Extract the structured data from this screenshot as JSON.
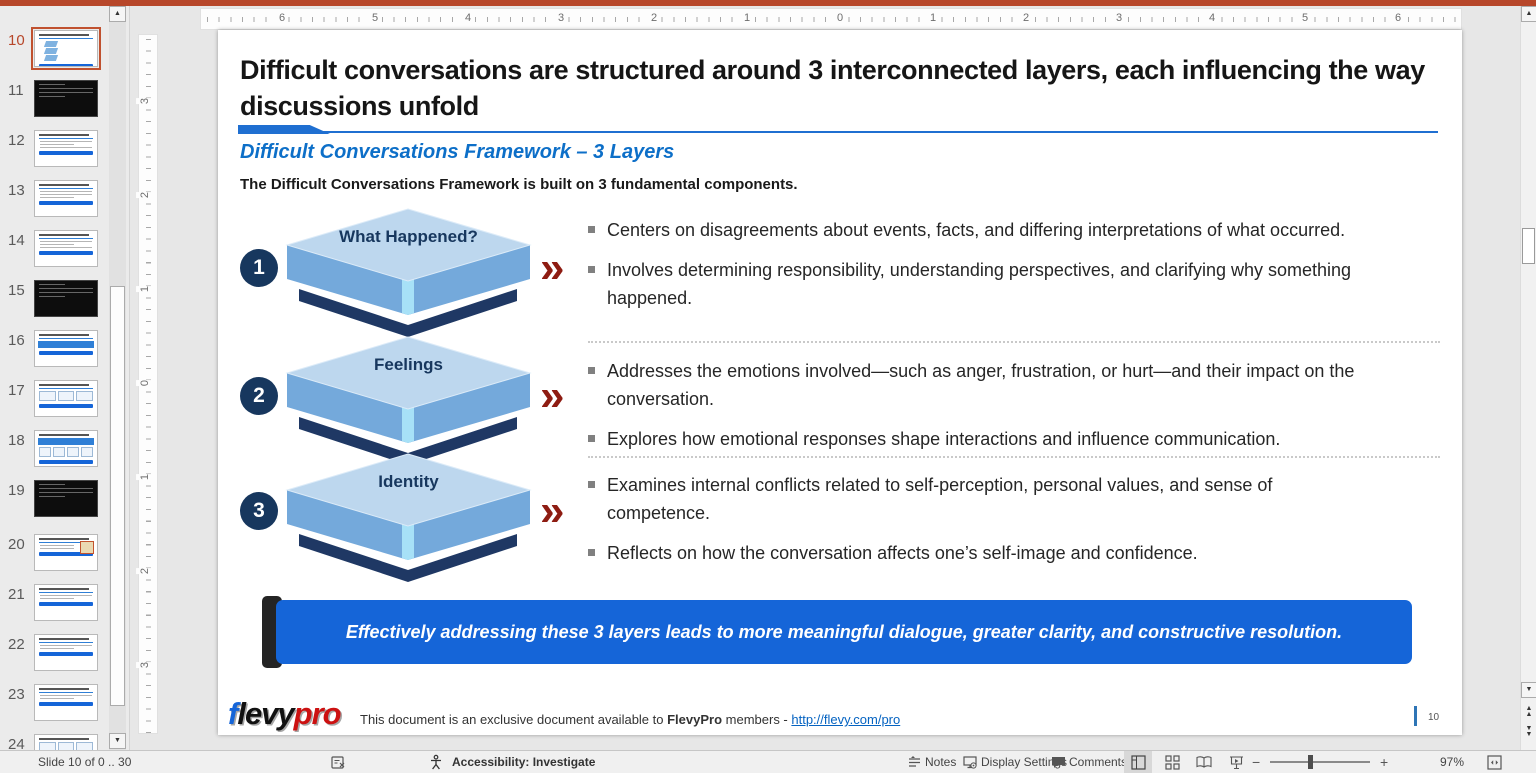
{
  "app": {
    "titlebar_color": "#b7472a",
    "status_bar": {
      "slide_indicator": "Slide 10 of 0 .. 30",
      "accessibility_label": "Accessibility: Investigate",
      "notes_label": "Notes",
      "display_settings_label": "Display Settings",
      "comments_label": "Comments",
      "zoom_percent": "97%"
    }
  },
  "icons": {
    "chevron": "»",
    "scroll_up": "▲",
    "scroll_down": "▼",
    "prev_slide": "▲",
    "next_slide": "▼",
    "zoom_minus": "−",
    "zoom_plus": "+"
  },
  "thumbnail_panel": {
    "slides": [
      {
        "number": "10",
        "selected": true
      },
      {
        "number": "11",
        "selected": false
      },
      {
        "number": "12",
        "selected": false
      },
      {
        "number": "13",
        "selected": false
      },
      {
        "number": "14",
        "selected": false
      },
      {
        "number": "15",
        "selected": false
      },
      {
        "number": "16",
        "selected": false
      },
      {
        "number": "17",
        "selected": false
      },
      {
        "number": "18",
        "selected": false
      },
      {
        "number": "19",
        "selected": false
      },
      {
        "number": "20",
        "selected": false
      },
      {
        "number": "21",
        "selected": false
      },
      {
        "number": "22",
        "selected": false
      },
      {
        "number": "23",
        "selected": false
      },
      {
        "number": "24",
        "selected": false
      }
    ]
  },
  "ruler": {
    "horizontal_labels": [
      "6",
      "5",
      "4",
      "3",
      "2",
      "1",
      "0",
      "1",
      "2",
      "3",
      "4",
      "5",
      "6"
    ],
    "vertical_labels": [
      "3",
      "2",
      "1",
      "0",
      "1",
      "2",
      "3"
    ]
  },
  "slide": {
    "title": "Difficult conversations are structured around 3 interconnected layers, each influencing the way discussions unfold",
    "subtitle": "Difficult Conversations Framework – 3 Layers",
    "intro": "The Difficult Conversations Framework is built on 3 fundamental components.",
    "layers": [
      {
        "number": "1",
        "label": "What Happened?",
        "bullets": [
          "Centers on disagreements about events, facts, and differing interpretations of what occurred.",
          "Involves determining responsibility, understanding perspectives, and clarifying why something happened."
        ]
      },
      {
        "number": "2",
        "label": "Feelings",
        "bullets": [
          "Addresses the emotions involved—such as anger, frustration, or hurt—and their impact on the conversation.",
          "Explores how emotional responses shape interactions and influence communication."
        ]
      },
      {
        "number": "3",
        "label": "Identity",
        "bullets": [
          "Examines internal conflicts related to self-perception, personal values, and sense of competence.",
          "Reflects on how the conversation affects one’s self-image and confidence."
        ]
      }
    ],
    "banner": "Effectively addressing these 3 layers leads to more meaningful dialogue, greater clarity, and constructive resolution.",
    "footer": {
      "logo_f": "f",
      "logo_levy": "levy",
      "logo_pro": "pro",
      "text_before": "This document is an exclusive document available to ",
      "text_bold": "FlevyPro",
      "text_after": " members - ",
      "link": "http://flevy.com/pro",
      "page_number": "10"
    }
  },
  "colors": {
    "accent_blue": "#0d6fc8",
    "banner_blue": "#1565d8",
    "chevron_red": "#8e1c12",
    "navy": "#17375e",
    "box_top": "#bdd7ee",
    "box_front": "#74a9db",
    "box_stripe": "#a7e1f7",
    "box_base": "#1f3864",
    "titlebar_red": "#b7472a",
    "link_blue": "#0563c1"
  }
}
